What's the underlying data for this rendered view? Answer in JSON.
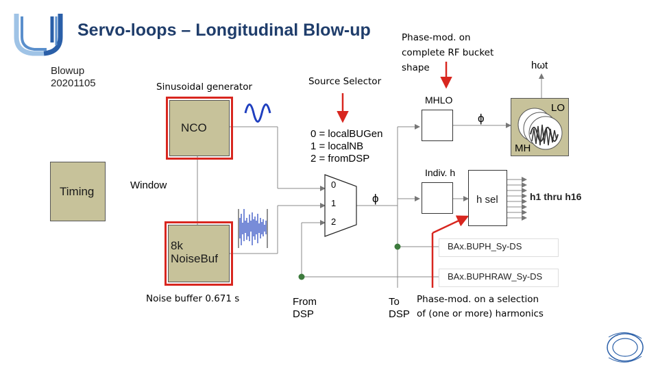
{
  "slide": {
    "title": "Servo-loops – Longitudinal Blow-up",
    "subtitle_lines": [
      "Blowup",
      "20201105"
    ]
  },
  "annotations": {
    "phase_mod_rf_bucket": [
      "Phase-mod. on",
      "complete RF bucket",
      "shape"
    ],
    "source_selector": "Source Selector",
    "sinusoidal_generator": "Sinusoidal generator",
    "noise_buffer": "Noise buffer 0.671 s",
    "phase_mod_harmonics": [
      "Phase-mod. on a selection",
      "of (one or more) harmonics"
    ]
  },
  "blocks": {
    "nco": "NCO",
    "timing": "Timing",
    "noisebuf": [
      "8k",
      "NoiseBuf"
    ],
    "mhlo": "MHLO",
    "indiv_h": "Indiv. h",
    "h_sel": "h sel",
    "lo": "LO",
    "mh": "MH"
  },
  "labels": {
    "window": "Window",
    "source_options": [
      "0 = localBUGen",
      "1 = localNB",
      "2 = fromDSP"
    ],
    "mux_inputs": [
      "0",
      "1",
      "2"
    ],
    "phi": "ϕ",
    "h_omega_t": "hωt",
    "h1_thru_h16": "h1 thru h16",
    "from_dsp": [
      "From",
      "DSP"
    ],
    "to_dsp": [
      "To",
      "DSP"
    ]
  },
  "pvs": {
    "buph": "BAx.BUPH_Sy-DS",
    "buphraw": "BAx.BUPHRAW_Sy-DS"
  },
  "colors": {
    "title": "#1f3d6b",
    "block_fill": "#c7c29a",
    "highlight_red": "#d8261f",
    "signal_blue": "#1f3fbf",
    "dot_green": "#3c7a3c",
    "logo_blue": "#2a5fa8"
  }
}
